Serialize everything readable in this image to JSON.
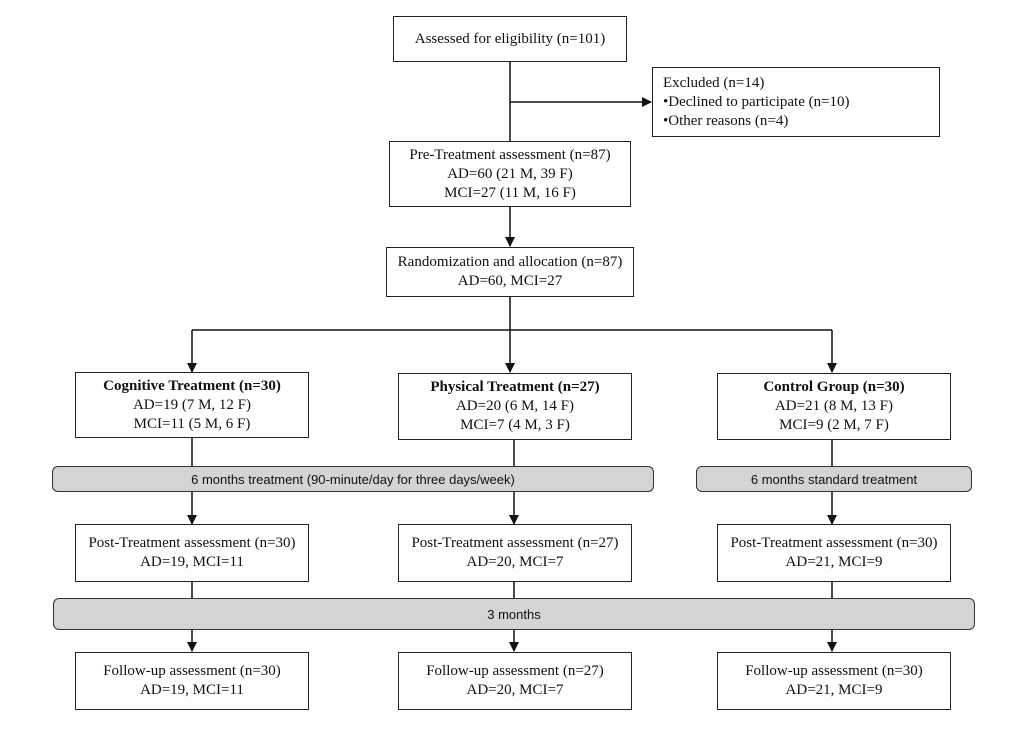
{
  "eligibility": "Assessed for eligibility (n=101)",
  "excluded": {
    "title": "Excluded  (n=14)",
    "items": [
      "•Declined to participate (n=10)",
      "•Other reasons (n=4)"
    ]
  },
  "pretreatment": {
    "title": "Pre-Treatment assessment  (n=87)",
    "ad": "AD=60 (21 M, 39 F)",
    "mci": "MCI=27 (11 M, 16 F)"
  },
  "randomization": {
    "title": "Randomization and allocation (n=87)",
    "line": "AD=60, MCI=27"
  },
  "groups": [
    {
      "title": "Cognitive Treatment (n=30)",
      "ad": "AD=19 (7 M, 12 F)",
      "mci": "MCI=11 (5 M, 6 F)"
    },
    {
      "title": "Physical Treatment (n=27)",
      "ad": "AD=20 (6 M, 14 F)",
      "mci": "MCI=7 (4 M, 3 F)"
    },
    {
      "title": "Control Group (n=30)",
      "ad": "AD=21 (8 M, 13 F)",
      "mci": "MCI=9 (2 M, 7 F)"
    }
  ],
  "bars": {
    "treatment": "6 months treatment (90-minute/day for three days/week)",
    "standard": "6 months standard treatment",
    "followup_gap": "3 months"
  },
  "post": [
    {
      "title": "Post-Treatment assessment (n=30)",
      "line": "AD=19, MCI=11"
    },
    {
      "title": "Post-Treatment assessment (n=27)",
      "line": "AD=20, MCI=7"
    },
    {
      "title": "Post-Treatment assessment (n=30)",
      "line": "AD=21, MCI=9"
    }
  ],
  "followup": [
    {
      "title": "Follow-up assessment (n=30)",
      "line": "AD=19, MCI=11"
    },
    {
      "title": "Follow-up assessment (n=27)",
      "line": "AD=20, MCI=7"
    },
    {
      "title": "Follow-up assessment (n=30)",
      "line": "AD=21, MCI=9"
    }
  ]
}
